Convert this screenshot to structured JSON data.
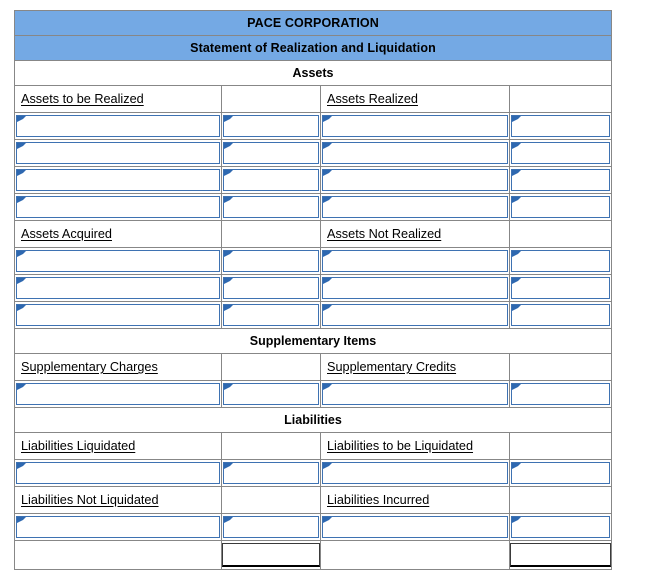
{
  "document": {
    "company": "PACE CORPORATION",
    "statement_title": "Statement of Realization and Liquidation"
  },
  "colors": {
    "banner_blue": "#74A9E4",
    "input_border_blue": "#3E72B2",
    "grid_gray": "#878787"
  },
  "sections": {
    "assets": {
      "heading": "Assets",
      "left_label_1": "Assets to be Realized",
      "right_label_1": "Assets Realized",
      "left_label_2": "Assets Acquired",
      "right_label_2": "Assets Not Realized",
      "rows_group_1": 4,
      "rows_group_2": 3
    },
    "supplementary": {
      "heading": "Supplementary Items",
      "left_label": "Supplementary Charges",
      "right_label": "Supplementary Credits",
      "rows": 1
    },
    "liabilities": {
      "heading": "Liabilities",
      "left_label_1": "Liabilities Liquidated",
      "right_label_1": "Liabilities to be Liquidated",
      "left_label_2": "Liabilities Not Liquidated",
      "right_label_2": "Liabilities Incurred",
      "rows_group_1": 1,
      "rows_group_2": 1
    }
  },
  "input_cells": {
    "value": "",
    "marker_icon": "triangle-right-icon"
  },
  "totals_row": {
    "col2_value": "",
    "col4_value": ""
  }
}
